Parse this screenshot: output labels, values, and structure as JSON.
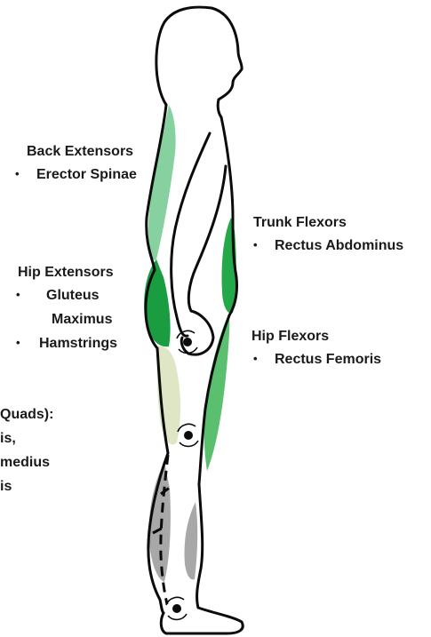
{
  "colors": {
    "outline": "#0b0b0b",
    "back_extensors": "#7fcf9a",
    "trunk_flexors": "#25a84a",
    "hip_extensors": "#1a9c40",
    "hip_flexors": "#5ac06f",
    "quadriceps": "#dfe6c6",
    "calf": "#a8a8a8"
  },
  "icons": {
    "joint_axis": "rotation-axis-icon"
  },
  "labels": {
    "back_extensors": {
      "title": "Back Extensors",
      "items": [
        "Erector Spinae"
      ]
    },
    "trunk_flexors": {
      "title": "Trunk Flexors",
      "items": [
        "Rectus Abdominus"
      ]
    },
    "hip_extensors": {
      "title": "Hip Extensors",
      "items": [
        "Gluteus",
        "Maximus",
        "Hamstrings"
      ]
    },
    "hip_flexors": {
      "title": "Hip Flexors",
      "items": [
        "Rectus Femoris"
      ]
    },
    "knee_extensors": {
      "lines": [
        "Quads):",
        "is,",
        "medius",
        "is"
      ]
    }
  }
}
